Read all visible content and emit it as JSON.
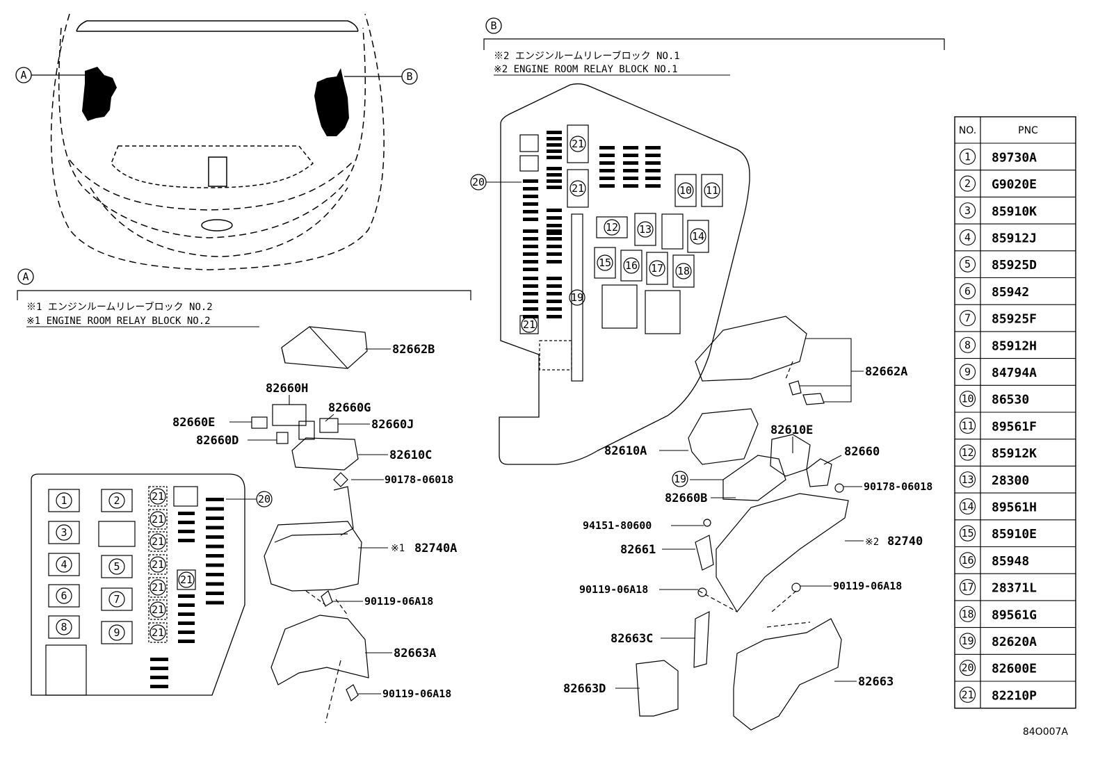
{
  "sections": {
    "a_label": "A",
    "b_label": "B"
  },
  "notes": {
    "a_jp": "※1 エンジンルームリレーブロック NO.2",
    "a_en": "※1 ENGINE ROOM RELAY BLOCK NO.2",
    "b_jp": "※2 エンジンルームリレーブロック NO.1",
    "b_en": "※2 ENGINE ROOM RELAY BLOCK NO.1"
  },
  "parts_a": [
    "82662B",
    "82660H",
    "82660G",
    "82660E",
    "82660J",
    "82660D",
    "82610C",
    "90178-06018",
    "82740A",
    "90119-06A18",
    "82663A",
    "90119-06A18"
  ],
  "parts_a_marks": {
    "82740A": "※1"
  },
  "parts_b": [
    "82662A",
    "82610E",
    "82610A",
    "82660",
    "82660B",
    "90178-06018",
    "94151-80600",
    "82661",
    "82740",
    "90119-06A18",
    "90119-06A18",
    "82663C",
    "82663D",
    "82663"
  ],
  "parts_b_marks": {
    "82740": "※2"
  },
  "relay_block_a_labels": [
    "1",
    "2",
    "3",
    "4",
    "5",
    "6",
    "7",
    "8",
    "9",
    "20",
    "21",
    "21",
    "21",
    "21",
    "21",
    "21",
    "21",
    "21"
  ],
  "relay_block_b_labels": [
    "20",
    "21",
    "21",
    "21",
    "10",
    "11",
    "12",
    "13",
    "14",
    "15",
    "16",
    "17",
    "18",
    "19"
  ],
  "callout_19": "19",
  "table": {
    "header": {
      "no": "NO.",
      "pnc": "PNC"
    },
    "rows": [
      {
        "no": "1",
        "pnc": "89730A"
      },
      {
        "no": "2",
        "pnc": "G9020E"
      },
      {
        "no": "3",
        "pnc": "85910K"
      },
      {
        "no": "4",
        "pnc": "85912J"
      },
      {
        "no": "5",
        "pnc": "85925D"
      },
      {
        "no": "6",
        "pnc": "85942"
      },
      {
        "no": "7",
        "pnc": "85925F"
      },
      {
        "no": "8",
        "pnc": "85912H"
      },
      {
        "no": "9",
        "pnc": "84794A"
      },
      {
        "no": "10",
        "pnc": "86530"
      },
      {
        "no": "11",
        "pnc": "89561F"
      },
      {
        "no": "12",
        "pnc": "85912K"
      },
      {
        "no": "13",
        "pnc": "28300"
      },
      {
        "no": "14",
        "pnc": "89561H"
      },
      {
        "no": "15",
        "pnc": "85910E"
      },
      {
        "no": "16",
        "pnc": "85948"
      },
      {
        "no": "17",
        "pnc": "28371L"
      },
      {
        "no": "18",
        "pnc": "89561G"
      },
      {
        "no": "19",
        "pnc": "82620A"
      },
      {
        "no": "20",
        "pnc": "82600E"
      },
      {
        "no": "21",
        "pnc": "82210P"
      }
    ]
  },
  "figure_id": "84O007A"
}
